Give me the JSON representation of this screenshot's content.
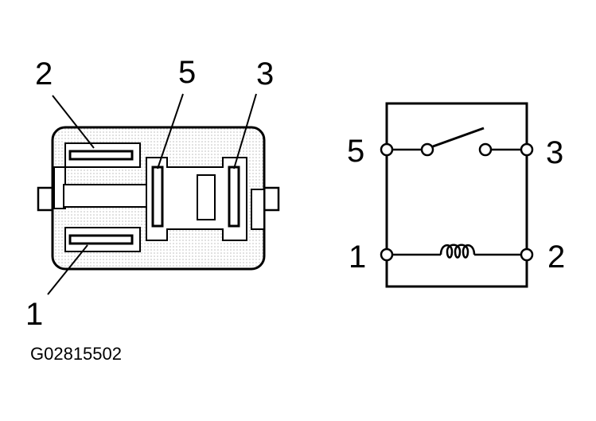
{
  "connector": {
    "pins": [
      "2",
      "5",
      "3",
      "1"
    ]
  },
  "schematic": {
    "terminals": [
      "5",
      "3",
      "1",
      "2"
    ]
  },
  "figure_code": "G02815502"
}
